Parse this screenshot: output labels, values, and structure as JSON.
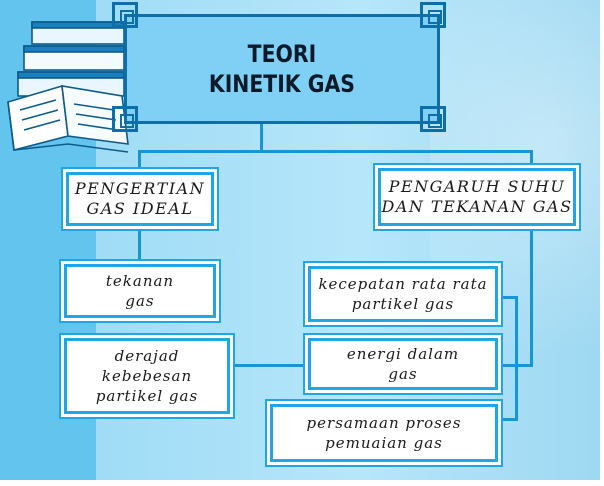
{
  "title": "TEORI\nKINETIK GAS",
  "left_branch": {
    "heading": "PENGERTIAN\nGAS  IDEAL",
    "items": [
      "tekanan\ngas",
      "derajad\nkebebesan\npartikel gas"
    ]
  },
  "right_branch": {
    "heading": "PENGARUH SUHU\nDAN TEKANAN GAS",
    "items": [
      "kecepatan rata rata\npartikel gas",
      "energi dalam\ngas",
      "persamaan proses\npemuaian gas"
    ]
  },
  "colors": {
    "accent": "#1ea6e6",
    "title_bg": "#7fd0f4",
    "background": "#9fdcf6"
  }
}
